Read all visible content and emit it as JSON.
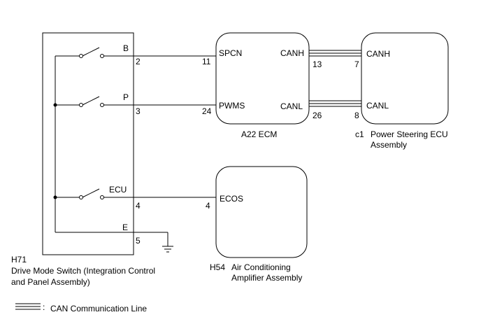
{
  "switch_block": {
    "code": "H71",
    "name_line1": "Drive Mode Switch (Integration Control",
    "name_line2": "and Panel Assembly)",
    "terminals": [
      {
        "label": "B",
        "pin": "2"
      },
      {
        "label": "P",
        "pin": "3"
      },
      {
        "label": "ECU",
        "pin": "4"
      },
      {
        "label": "E",
        "pin": "5"
      }
    ]
  },
  "ecm": {
    "caption": "A22 ECM",
    "pins": {
      "spcn_label": "SPCN",
      "spcn_pin": "11",
      "pwms_label": "PWMS",
      "pwms_pin": "24",
      "canh_label": "CANH",
      "canh_pin": "13",
      "canl_label": "CANL",
      "canl_pin": "26"
    }
  },
  "power_steering": {
    "code": "c1",
    "name_line1": "Power Steering ECU",
    "name_line2": "Assembly",
    "pins": {
      "canh_label": "CANH",
      "canh_pin": "7",
      "canl_label": "CANL",
      "canl_pin": "8"
    }
  },
  "ac_amp": {
    "code": "H54",
    "name_line1": "Air Conditioning",
    "name_line2": "Amplifier Assembly",
    "pins": {
      "ecos_label": "ECOS",
      "ecos_pin": "4"
    }
  },
  "legend": {
    "colon": ":",
    "text": "CAN Communication Line"
  }
}
